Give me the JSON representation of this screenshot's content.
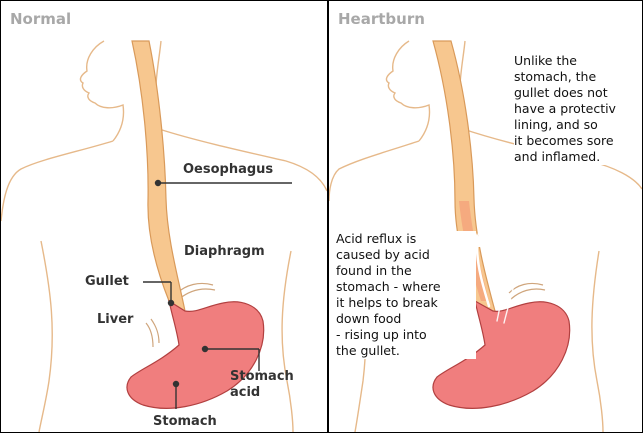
{
  "panels": {
    "normal": {
      "title": "Normal",
      "labels": {
        "oesophagus": "Oesophagus",
        "diaphragm": "Diaphragm",
        "gullet": "Gullet",
        "liver": "Liver",
        "stomach_acid": "Stomach\nacid",
        "stomach": "Stomach"
      }
    },
    "heartburn": {
      "title": "Heartburn",
      "note_top": "Unlike the\nstomach, the\ngullet does not\nhave a protectiv\nlining, and so\nit becomes sore\nand inflamed.",
      "note_left": "Acid reflux is\ncaused by acid\nfound in the\nstomach - where\nit helps to break\ndown food\n- rising up into\nthe gullet."
    }
  },
  "colors": {
    "body_outline": "#e6b98a",
    "gullet_fill": "#f7c78f",
    "gullet_stroke": "#d99a5a",
    "stomach_fill": "#f07e7e",
    "stomach_stroke": "#b24040",
    "title": "#a8a8a8",
    "reflux_arrow": "#ffffff"
  },
  "icons": {
    "reflux": "upward-arrow"
  }
}
